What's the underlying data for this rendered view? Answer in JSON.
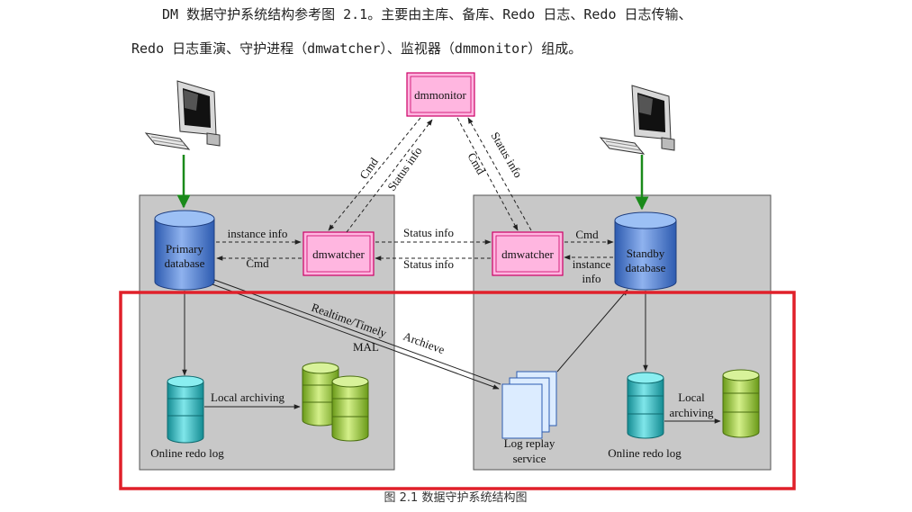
{
  "intro": {
    "line1": "DM 数据守护系统结构参考图 2.1。主要由主库、备库、Redo 日志、Redo 日志传输、",
    "line2": "Redo 日志重演、守护进程（dmwatcher）、监视器（dmmonitor）组成。"
  },
  "diagram": {
    "monitor": "dmmonitor",
    "watcher_primary": "dmwatcher",
    "watcher_standby": "dmwatcher",
    "primary_db": [
      "Primary",
      "database"
    ],
    "standby_db": [
      "Standby",
      "database"
    ],
    "cmd_left": "Cmd",
    "status_left": "Status info",
    "cmd_right": "Cmd",
    "status_right": "Status info",
    "instance_info_left": "instance info",
    "cmd_primary": "Cmd",
    "status_top": "Status info",
    "status_bottom": "Status info",
    "cmd_standby": "Cmd",
    "instance_info_right": [
      "instance",
      "info"
    ],
    "realtime": "Realtime/Timely",
    "mal": "MAL",
    "archieve": "Archieve",
    "local_archiving_left": "Local archiving",
    "online_redo_left": "Online redo log",
    "log_replay": [
      "Log  replay",
      "service"
    ],
    "local_archiving_right": [
      "Local",
      "archiving"
    ],
    "online_redo_right": "Online redo log"
  },
  "caption": "图 2.1  数据守护系统结构图",
  "colors": {
    "box_fill": "#c8c8c8",
    "pink": "#ffb6e0",
    "pink_border": "#cc0066",
    "blue_db": "#4f7fd0",
    "teal_db": "#28b8c0",
    "green_db": "#9ccc3a",
    "highlight": "#e0202a",
    "green_arrow": "#1a8a1a"
  }
}
